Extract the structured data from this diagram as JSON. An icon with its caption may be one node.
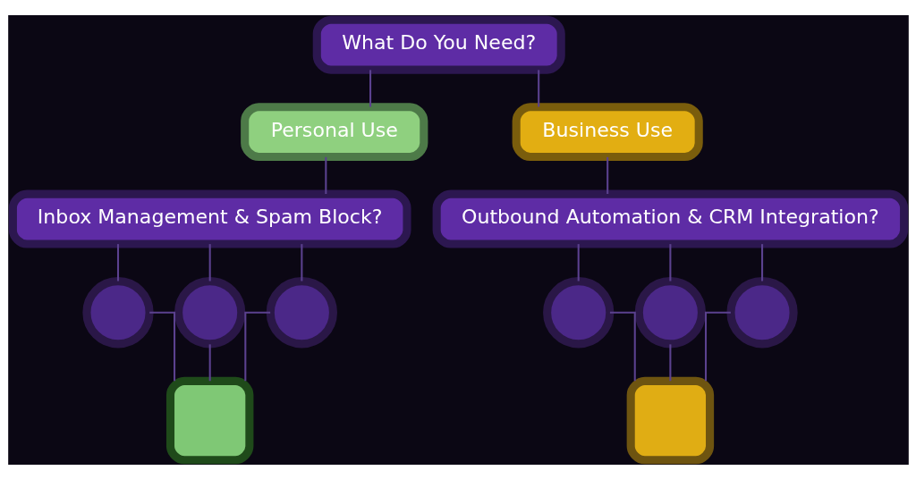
{
  "diagram": {
    "nodes": [
      {
        "text": [
          "What Do You Need?"
        ]
      },
      {
        "text": [
          "Personal Use"
        ]
      },
      {
        "text": [
          "Business Use"
        ]
      },
      {
        "text": [
          "Inbox Management & Spam Block?"
        ]
      },
      {
        "text": [
          "Outbound Automation & CRM Integration?"
        ]
      },
      {
        "text": [],
        "shape": "circle"
      },
      {
        "text": [],
        "shape": "circle"
      },
      {
        "text": [],
        "shape": "circle"
      },
      {
        "text": [],
        "shape": "box"
      },
      {
        "text": [],
        "shape": "circle"
      },
      {
        "text": [],
        "shape": "circle"
      },
      {
        "text": [],
        "shape": "circle"
      },
      {
        "text": [],
        "shape": "box"
      }
    ],
    "edges": [
      {
        "from": 0,
        "to": 1,
        "arrow": "none"
      },
      {
        "from": 0,
        "to": 2,
        "arrow": "none"
      },
      {
        "from": 1,
        "to": 3,
        "arrow": "none"
      },
      {
        "from": 2,
        "to": 4,
        "arrow": "none"
      },
      {
        "from": 3,
        "to": 5,
        "arrow": "none"
      },
      {
        "from": 3,
        "to": 6,
        "arrow": "none"
      },
      {
        "from": 3,
        "to": 7,
        "arrow": "none"
      },
      {
        "from": 5,
        "to": 8,
        "arrow": "none"
      },
      {
        "from": 6,
        "to": 8,
        "arrow": "none"
      },
      {
        "from": 7,
        "to": 8,
        "arrow": "none"
      },
      {
        "from": 4,
        "to": 9,
        "arrow": "none"
      },
      {
        "from": 4,
        "to": 10,
        "arrow": "none"
      },
      {
        "from": 4,
        "to": 11,
        "arrow": "none"
      },
      {
        "from": 9,
        "to": 12,
        "arrow": "none"
      },
      {
        "from": 10,
        "to": 12,
        "arrow": "none"
      },
      {
        "from": 11,
        "to": 12,
        "arrow": "none"
      }
    ]
  }
}
